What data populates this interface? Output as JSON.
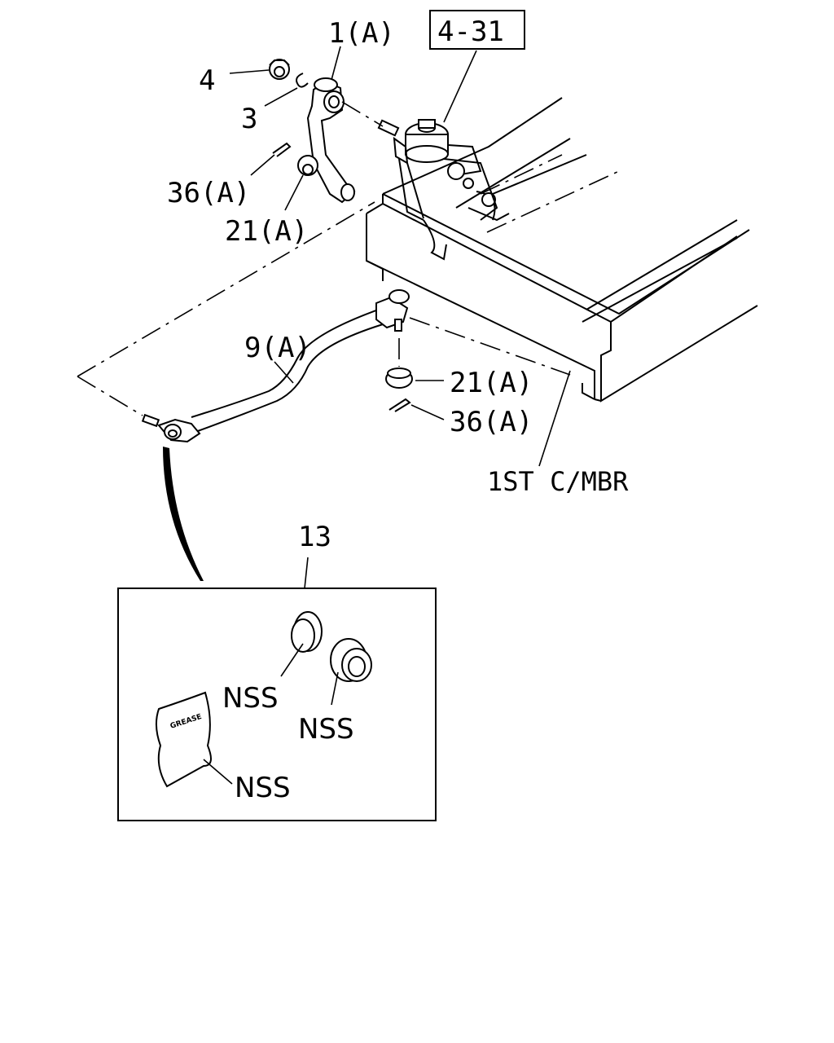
{
  "diagram": {
    "labels": {
      "ref_box": "4-31",
      "idler_arm": "1(A)",
      "nut": "4",
      "snap_ring": "3",
      "cotter_pin_upper": "36(A)",
      "castle_nut_upper": "21(A)",
      "drag_link": "9(A)",
      "castle_nut_lower": "21(A)",
      "cotter_pin_lower": "36(A)",
      "crossmember": "1ST C/MBR",
      "kit": "13",
      "nss_ring": "NSS",
      "nss_boot": "NSS",
      "nss_grease": "NSS",
      "grease_text": "GREASE"
    }
  }
}
